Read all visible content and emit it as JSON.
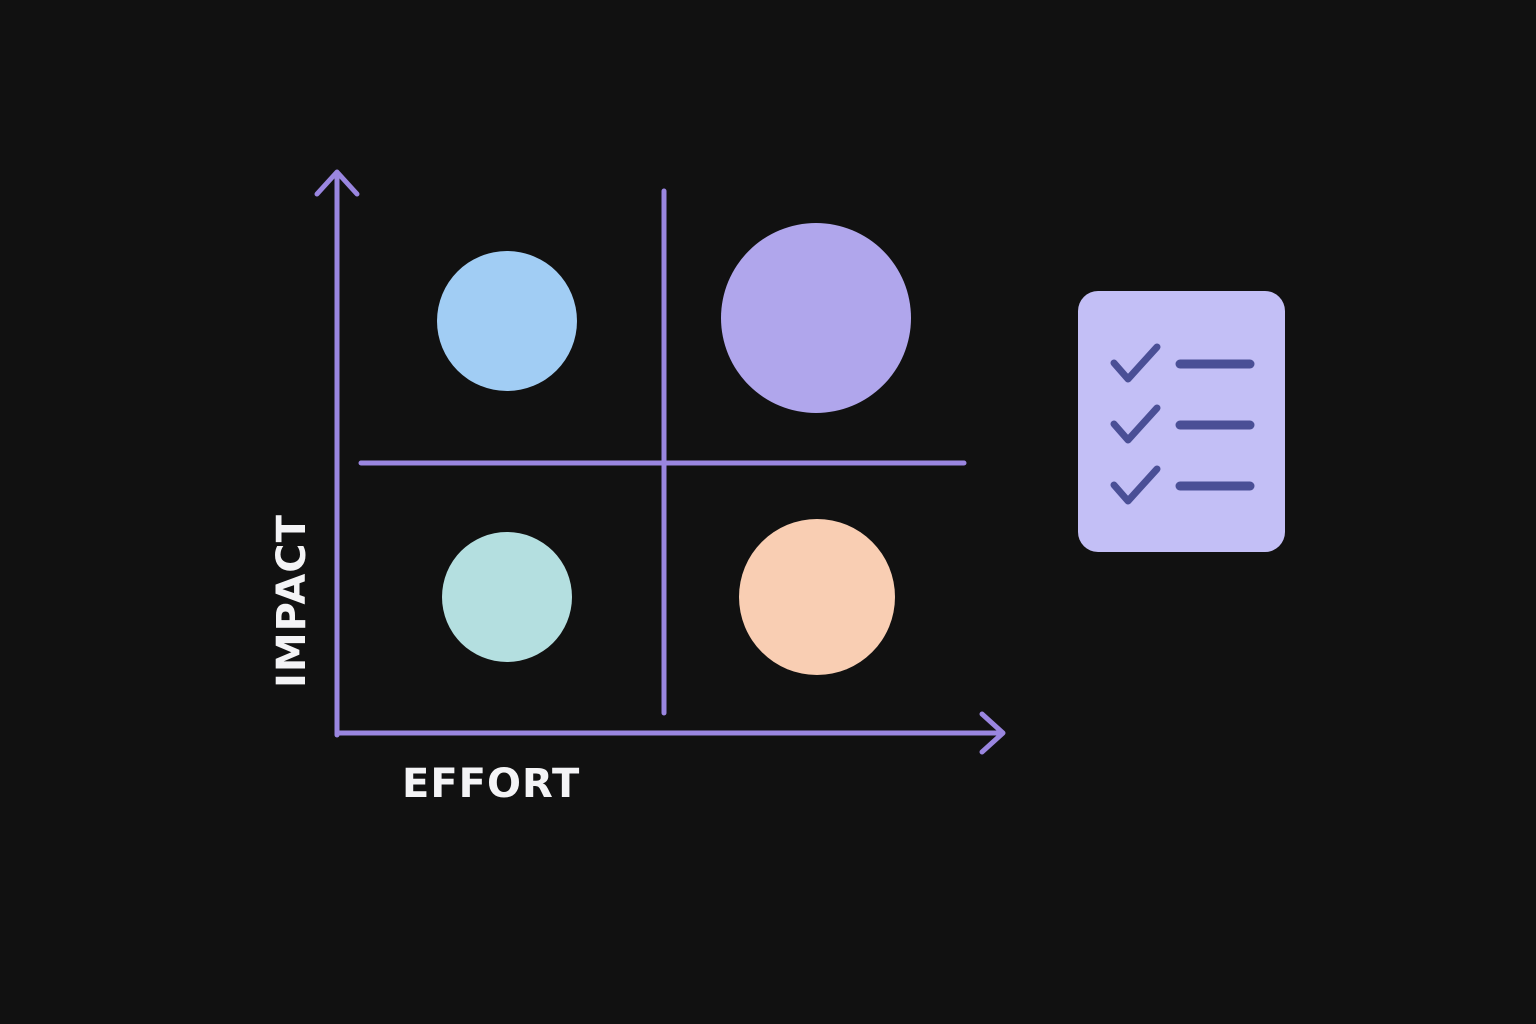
{
  "diagram": {
    "x_axis_label": "EFFORT",
    "y_axis_label": "IMPACT",
    "colors": {
      "background": "#111111",
      "axis": "#9a86e0",
      "divider": "#9a86e0",
      "circle_top_left": "#a1cdf4",
      "circle_top_right": "#b0a6ec",
      "circle_bottom_left": "#b4dfe0",
      "circle_bottom_right": "#f9ceb3",
      "checklist_bg": "#c3bff6",
      "checklist_marks": "#4a4f96"
    },
    "quadrants": [
      {
        "position": "top-left",
        "icon": "circle-marker"
      },
      {
        "position": "top-right",
        "icon": "circle-marker"
      },
      {
        "position": "bottom-left",
        "icon": "circle-marker"
      },
      {
        "position": "bottom-right",
        "icon": "circle-marker"
      }
    ],
    "side_icon": "checklist-icon",
    "checklist_item_count": 3
  }
}
